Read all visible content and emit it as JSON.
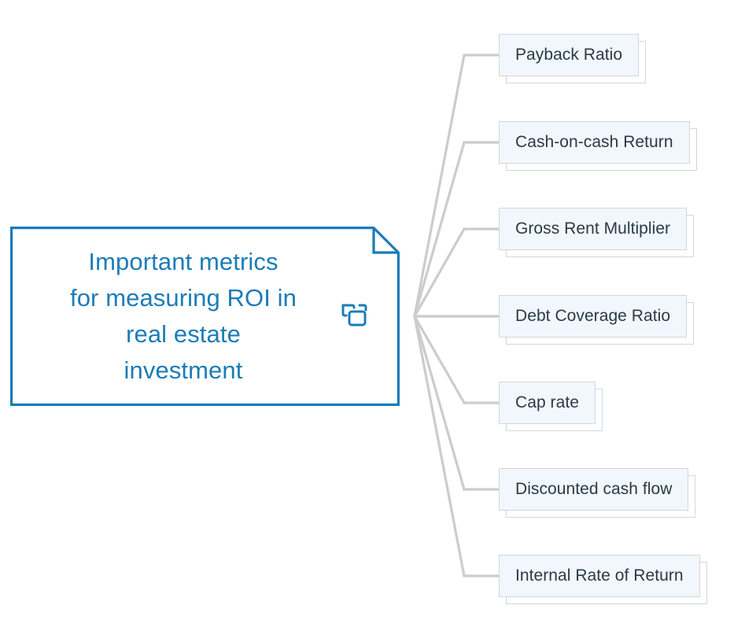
{
  "diagram": {
    "type": "mind-map",
    "orientation": "left-root-right-leaves",
    "background_color": "#ffffff",
    "accent_color": "#1b7cb8",
    "connector_color": "#cccccc",
    "leaf_fill_color": "#f1f7fc",
    "leaf_border_color": "#d3d7da",
    "leaf_text_color": "#2b3a47"
  },
  "root": {
    "title": "Important metrics\nfor measuring ROI in\nreal estate\ninvestment",
    "title_line_1": "Important metrics",
    "title_line_2": "for measuring ROI in",
    "title_line_3": "real estate",
    "title_line_4": "investment",
    "icon": "copy-icon",
    "shape": "document-folded-corner"
  },
  "branches": [
    {
      "label": "Payback Ratio"
    },
    {
      "label": "Cash-on-cash Return"
    },
    {
      "label": "Gross Rent Multiplier"
    },
    {
      "label": "Debt Coverage Ratio"
    },
    {
      "label": "Cap rate"
    },
    {
      "label": "Discounted cash flow"
    },
    {
      "label": "Internal Rate of Return"
    }
  ]
}
